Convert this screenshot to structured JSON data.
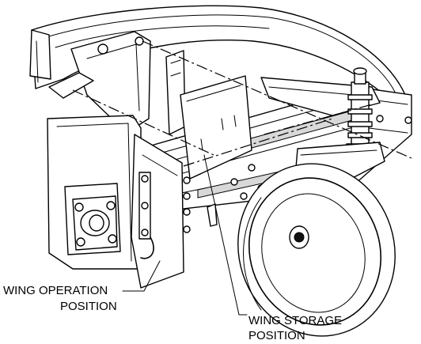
{
  "callouts": {
    "wing_operation": {
      "line1": "WING OPERATION",
      "line2": "POSITION"
    },
    "wing_storage": {
      "line1": "WING STORAGE",
      "line2": "POSITION"
    }
  }
}
